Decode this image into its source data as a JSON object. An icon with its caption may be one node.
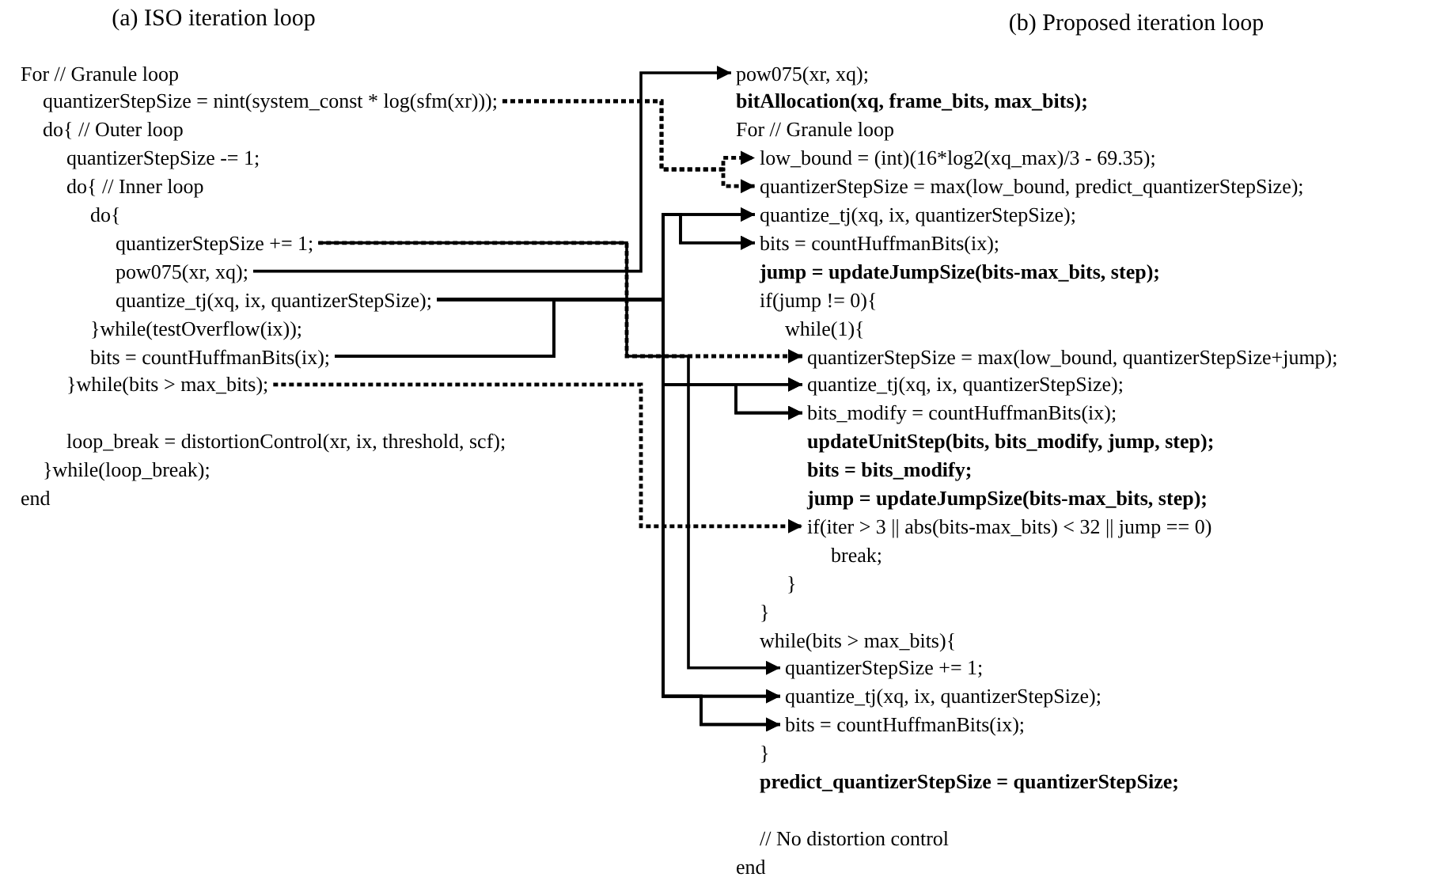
{
  "diagram": {
    "nodes": [
      {
        "text": [
          "quantizerStepSize = nint(system_const * log(sfm(xr)));"
        ]
      },
      {
        "text": [
          "quantizerStepSize += 1;"
        ]
      },
      {
        "text": [
          "pow075(xr, xq);"
        ]
      },
      {
        "text": [
          "quantize_tj(xq, ix, quantizerStepSize);"
        ]
      },
      {
        "text": [
          "bits = countHuffmanBits(ix);"
        ]
      },
      {
        "text": [
          "}while(bits > max_bits);"
        ]
      },
      {
        "text": [
          "pow075(xr, xq);"
        ]
      },
      {
        "text": [
          "low_bound = (int)(16*log2(xq_max)/3 - 69.35);"
        ]
      },
      {
        "text": [
          "quantizerStepSize = max(low_bound, predict_quantizerStepSize);"
        ]
      },
      {
        "text": [
          "quantize_tj(xq, ix, quantizerStepSize);"
        ]
      },
      {
        "text": [
          "bits = countHuffmanBits(ix);"
        ]
      },
      {
        "text": [
          "quantizerStepSize = max(low_bound, quantizerStepSize+jump);"
        ]
      },
      {
        "text": [
          "quantize_tj(xq, ix, quantizerStepSize);"
        ]
      },
      {
        "text": [
          "bits_modify = countHuffmanBits(ix);"
        ]
      },
      {
        "text": [
          "if(iter > 3 || abs(bits-max_bits) < 32 || jump == 0)"
        ]
      },
      {
        "text": [
          "quantizerStepSize += 1;"
        ]
      },
      {
        "text": [
          "quantize_tj(xq, ix, quantizerStepSize);"
        ]
      },
      {
        "text": [
          "bits = countHuffmanBits(ix);"
        ]
      }
    ],
    "edges": [
      {
        "from": 0,
        "to": 7,
        "arrow": "to",
        "style": "dashed"
      },
      {
        "from": 0,
        "to": 8,
        "arrow": "to",
        "style": "dashed"
      },
      {
        "from": 1,
        "to": 11,
        "arrow": "to",
        "style": "dashed"
      },
      {
        "from": 1,
        "to": 15,
        "arrow": "to"
      },
      {
        "from": 2,
        "to": 6,
        "arrow": "to"
      },
      {
        "from": 3,
        "to": 9,
        "arrow": "to"
      },
      {
        "from": 3,
        "to": 10,
        "arrow": "to"
      },
      {
        "from": 3,
        "to": 12,
        "arrow": "to"
      },
      {
        "from": 3,
        "to": 13,
        "arrow": "to"
      },
      {
        "from": 3,
        "to": 16,
        "arrow": "to"
      },
      {
        "from": 3,
        "to": 17,
        "arrow": "to"
      },
      {
        "from": 4,
        "to": 9,
        "arrow": "to"
      },
      {
        "from": 4,
        "to": 10,
        "arrow": "to"
      },
      {
        "from": 4,
        "to": 12,
        "arrow": "to"
      },
      {
        "from": 4,
        "to": 13,
        "arrow": "to"
      },
      {
        "from": 4,
        "to": 16,
        "arrow": "to"
      },
      {
        "from": 4,
        "to": 17,
        "arrow": "to"
      },
      {
        "from": 5,
        "to": 14,
        "arrow": "to",
        "style": "dashed"
      }
    ],
    "labels": [
      "(a) ISO iteration loop",
      "(b) Proposed iteration loop",
      "For // Granule loop",
      "do{ // Outer loop",
      "quantizerStepSize -= 1;",
      "do{ // Inner loop",
      "do{",
      "}while(testOverflow(ix));",
      "loop_break = distortionControl(xr, ix, threshold, scf);",
      "}while(loop_break);",
      "end",
      "bitAllocation(xq, frame_bits, max_bits);",
      "For // Granule loop",
      "jump = updateJumpSize(bits-max_bits, step);",
      "if(jump != 0){",
      "while(1){",
      "updateUnitStep(bits, bits_modify, jump, step);",
      "bits = bits_modify;",
      "jump = updateJumpSize(bits-max_bits, step);",
      "break;",
      "}",
      "}",
      "while(bits > max_bits){",
      "}",
      "predict_quantizerStepSize = quantizerStepSize;",
      "// No distortion control",
      "end"
    ]
  }
}
